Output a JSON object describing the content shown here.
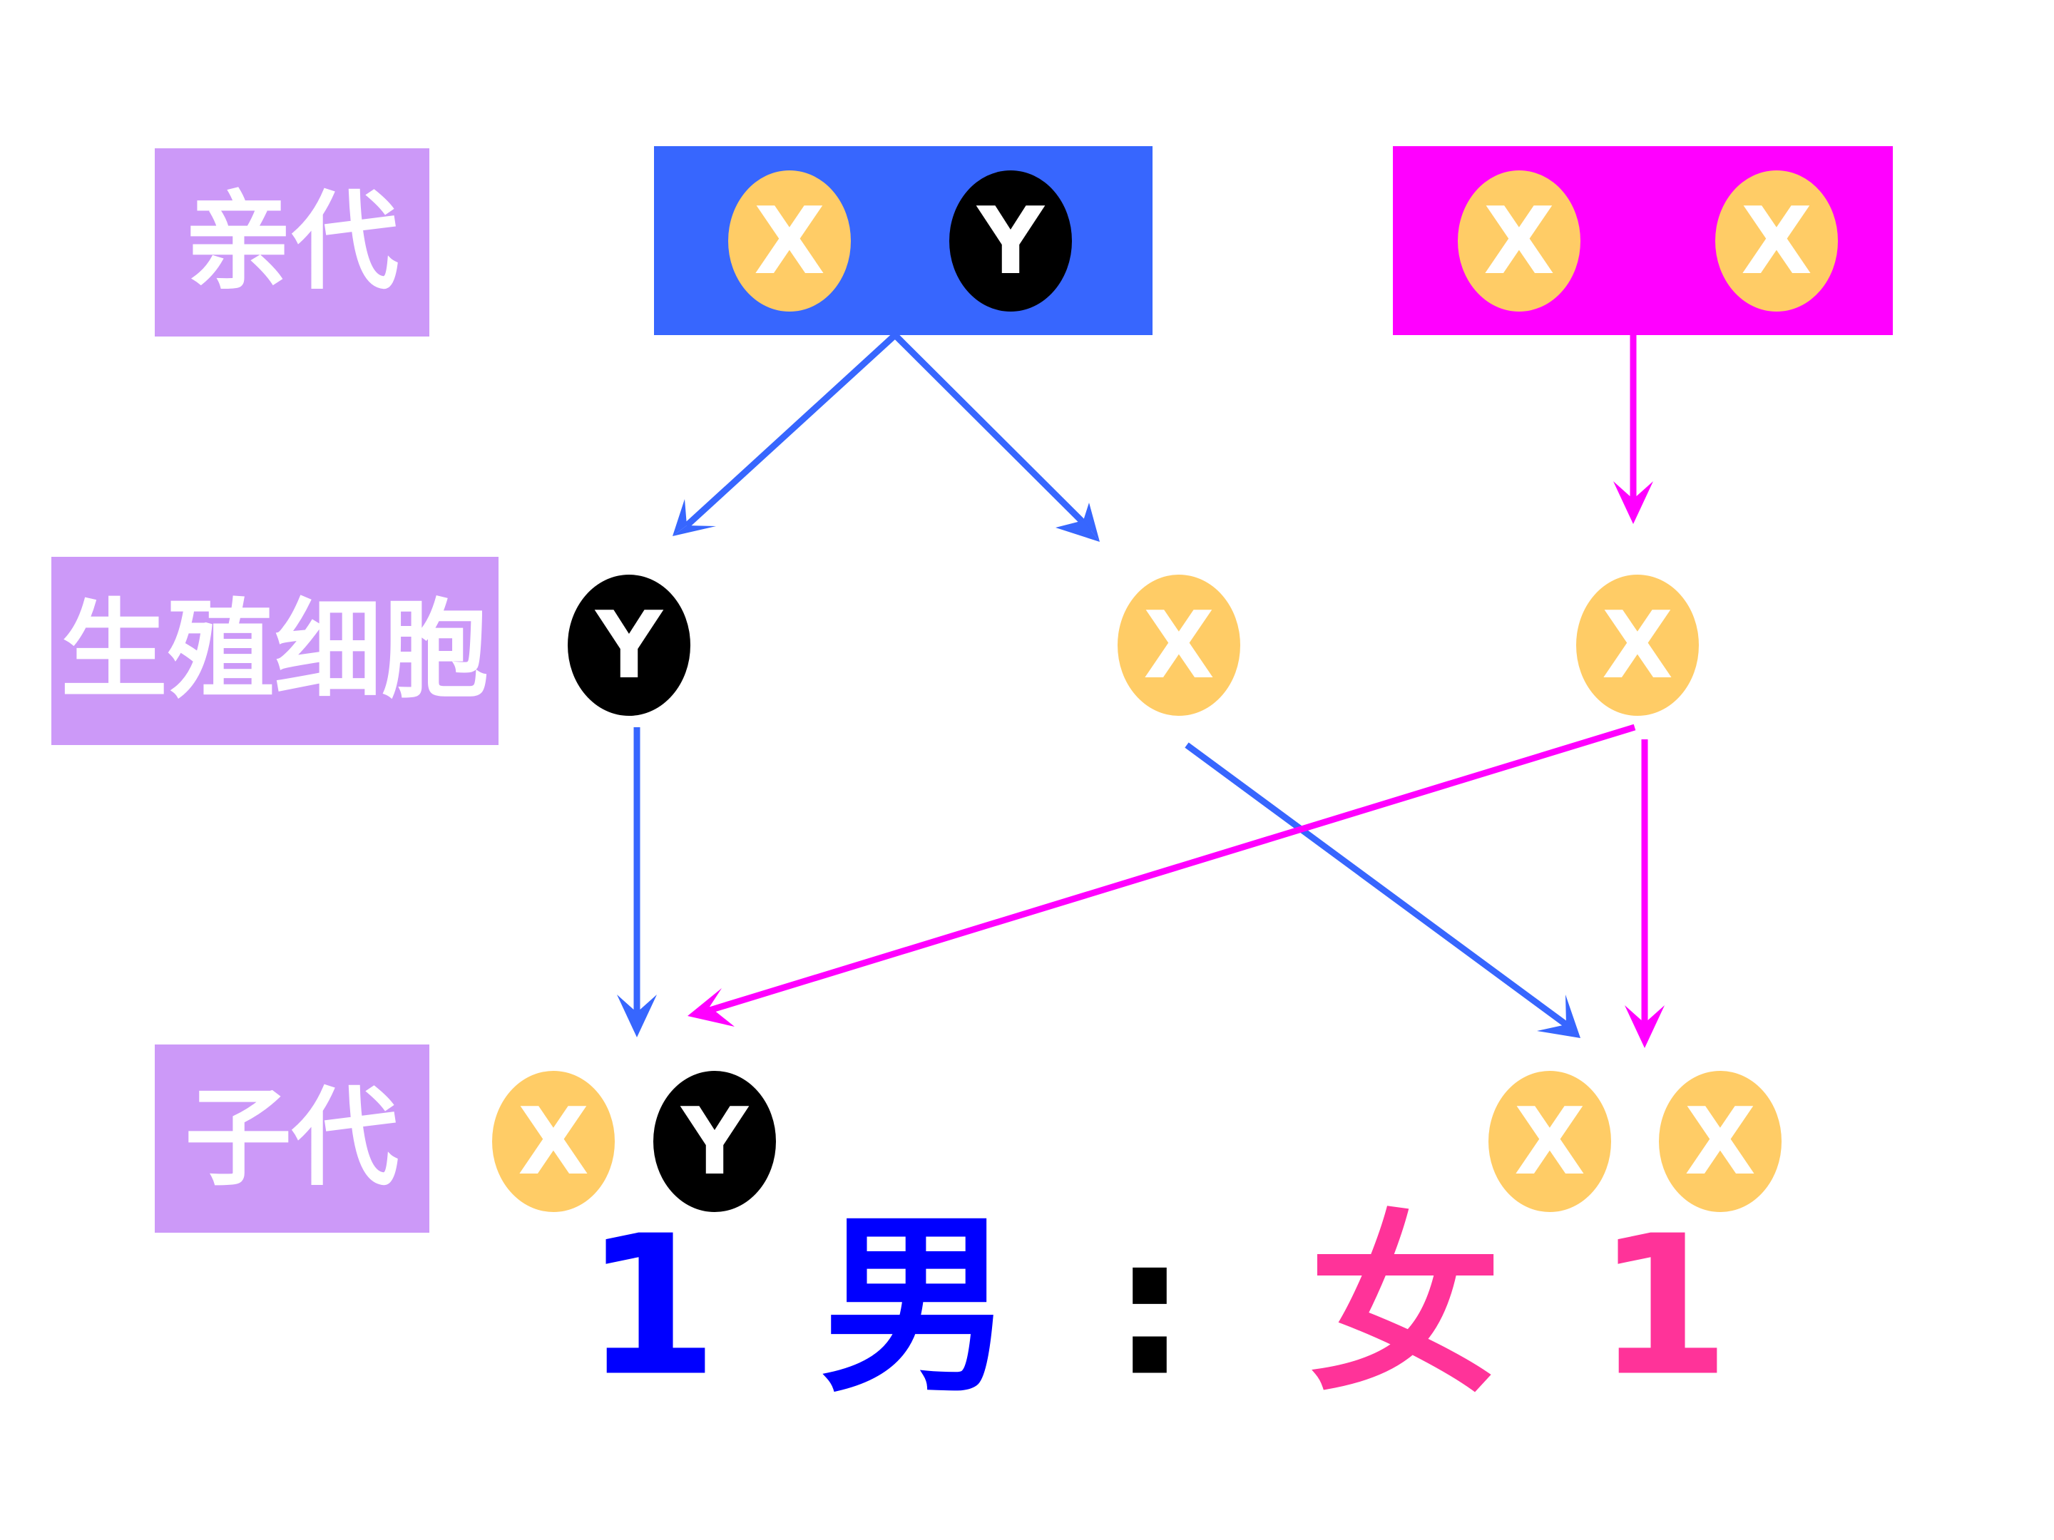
{
  "rows": {
    "parent": "亲代",
    "gamete": "生殖细胞",
    "offspring": "子代"
  },
  "parents": {
    "father": [
      "X",
      "Y"
    ],
    "mother": [
      "X",
      "X"
    ]
  },
  "gametes": [
    "Y",
    "X",
    "X"
  ],
  "offspring": {
    "male": [
      "X",
      "Y"
    ],
    "female": [
      "X",
      "X"
    ]
  },
  "ratio": {
    "male_count": "1",
    "male_label": "男",
    "separator": ":",
    "female_label": "女",
    "female_count": "1"
  },
  "colors": {
    "row_label_bg": "#cc99f8",
    "father_box": "#3766fe",
    "mother_box": "#ff00ff",
    "x_chromosome": "#ffcc66",
    "y_chromosome": "#000000",
    "father_arrow": "#3766fe",
    "mother_arrow": "#ff00ff",
    "male_ratio_text": "#0000ff",
    "female_ratio_text": "#ff3399",
    "separator_text": "#000000"
  }
}
